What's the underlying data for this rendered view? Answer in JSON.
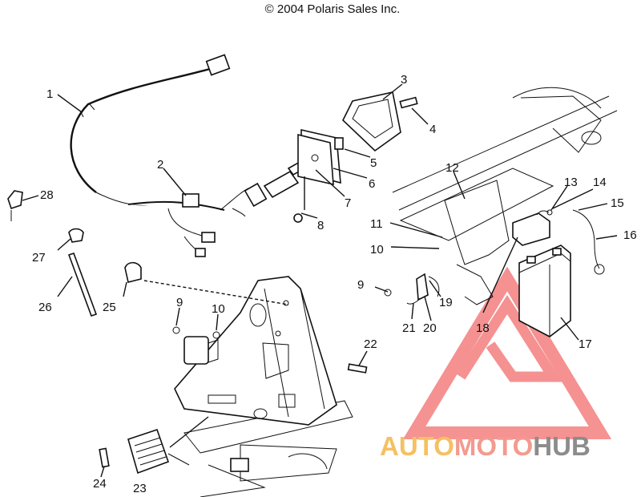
{
  "copyright": "© 2004 Polaris Sales Inc.",
  "watermark": {
    "parts": [
      "AUTO",
      "MOTO",
      "HUB"
    ],
    "colors": [
      "#f5c063",
      "#f39a8e",
      "#8c8c8c"
    ],
    "logo_color": "#f26d6d"
  },
  "callouts": [
    "1",
    "2",
    "3",
    "4",
    "5",
    "6",
    "7",
    "8",
    "9",
    "9",
    "10",
    "10",
    "11",
    "12",
    "13",
    "14",
    "15",
    "16",
    "17",
    "18",
    "19",
    "20",
    "21",
    "22",
    "23",
    "24",
    "25",
    "26",
    "27",
    "28"
  ]
}
